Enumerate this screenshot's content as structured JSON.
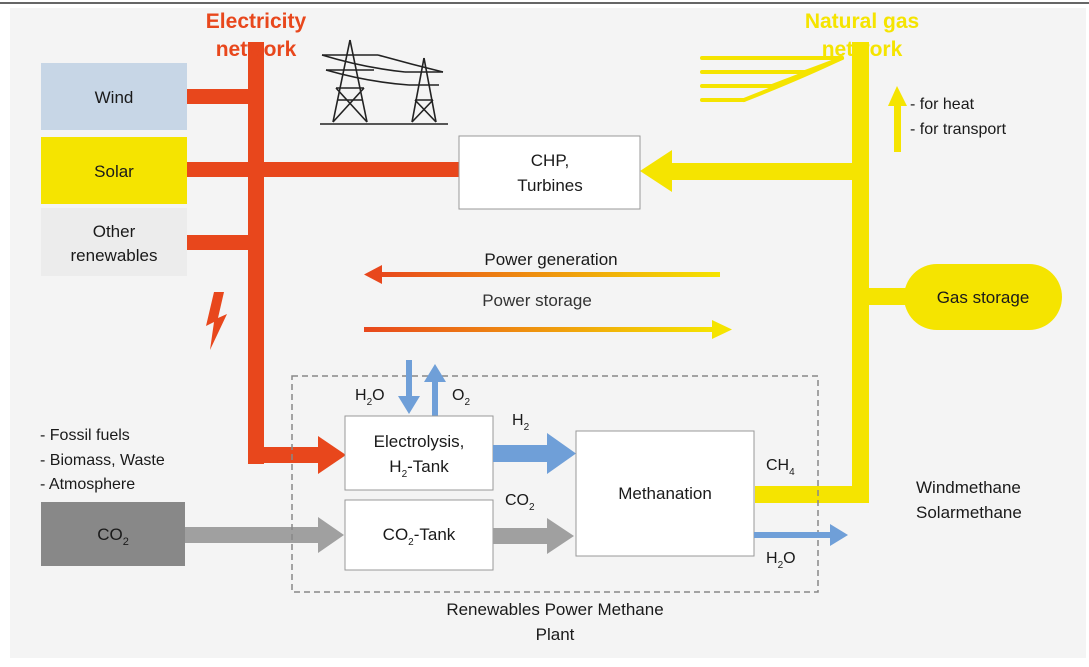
{
  "colors": {
    "electricity": "#e8471c",
    "gas": "#f5e400",
    "hydrogen": "#6f9fd8",
    "co2": "#a0a0a0",
    "co2_box": "#888888",
    "wind_box": "#c7d6e6",
    "solar_box": "#f5e400",
    "other_box": "#ececec",
    "background": "#f4f4f4",
    "text": "#1a1a1a"
  },
  "icons": [
    "power-pylon-icon",
    "gas-network-icon",
    "lightning-icon"
  ],
  "networks": {
    "electricity": [
      "Electricity",
      "network"
    ],
    "gas": [
      "Natural gas",
      "network"
    ]
  },
  "sources": {
    "wind": "Wind",
    "solar": "Solar",
    "other": [
      "Other",
      "renewables"
    ],
    "co2": {
      "main": "CO",
      "sub": "2"
    }
  },
  "gas_uses": [
    "- for heat",
    "- for transport"
  ],
  "chp": [
    "CHP,",
    "Turbines"
  ],
  "flows": {
    "generation": "Power generation",
    "storage": "Power storage"
  },
  "gas_storage": "Gas storage",
  "co2_sources": [
    "- Fossil fuels",
    "- Biomass, Waste",
    "- Atmosphere"
  ],
  "plant": {
    "electrolysis": {
      "line1": "Electrolysis,",
      "line2_main": "H",
      "line2_sub": "2",
      "line2_rest": "-Tank"
    },
    "co2_tank": {
      "main": "CO",
      "sub": "2",
      "rest": "-Tank"
    },
    "methanation": "Methanation",
    "name": [
      "Renewables Power Methane",
      "Plant"
    ]
  },
  "chem": {
    "h2o_in": {
      "main": "H",
      "sub": "2",
      "rest": "O"
    },
    "o2_out": {
      "main": "O",
      "sub": "2"
    },
    "h2": {
      "main": "H",
      "sub": "2"
    },
    "co2": {
      "main": "CO",
      "sub": "2"
    },
    "ch4": {
      "main": "CH",
      "sub": "4"
    },
    "h2o_out": {
      "main": "H",
      "sub": "2",
      "rest": "O"
    }
  },
  "products": [
    "Windmethane",
    "Solarmethane"
  ]
}
